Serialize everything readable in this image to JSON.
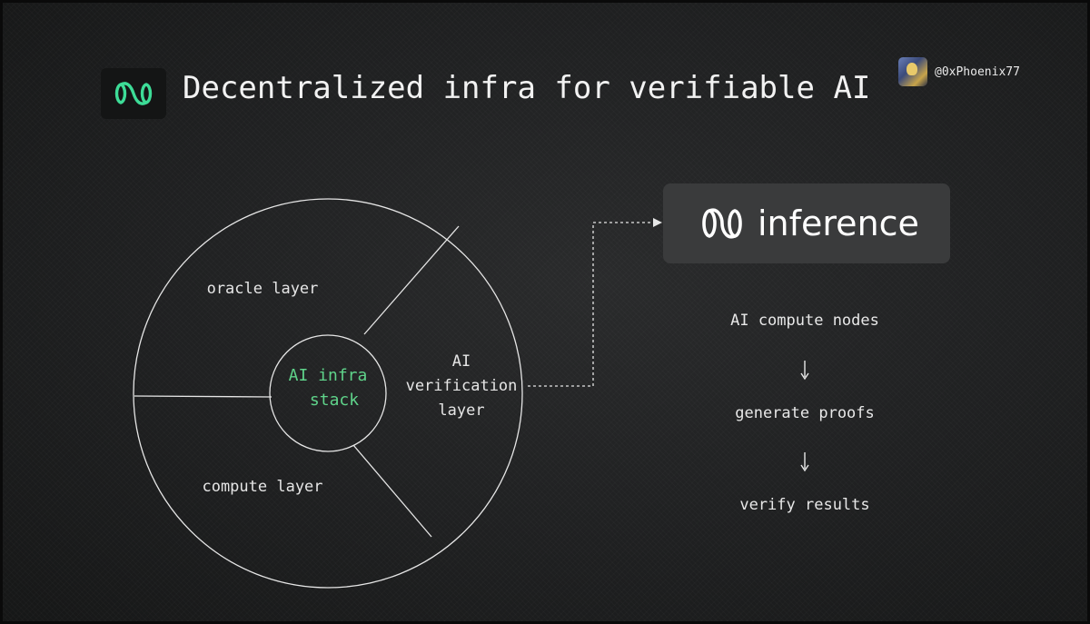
{
  "header": {
    "title": "Decentralized infra for verifiable AI",
    "logo_icon": "infinity-wave-logo",
    "author_handle": "@0xPhoenix77"
  },
  "diagram": {
    "center_label_line1": "AI infra",
    "center_label_line2": "stack",
    "segments": {
      "oracle": "oracle layer",
      "compute": "compute layer",
      "verification_line1": "AI",
      "verification_line2": "verification",
      "verification_line3": "layer"
    }
  },
  "brand": {
    "name": "inference"
  },
  "flow": {
    "steps": [
      "AI compute nodes",
      "generate proofs",
      "verify results"
    ]
  },
  "colors": {
    "background": "#1f2021",
    "accent_green": "#5fd38a",
    "line": "#e6e6e6",
    "brand_box": "#3a3b3c"
  }
}
